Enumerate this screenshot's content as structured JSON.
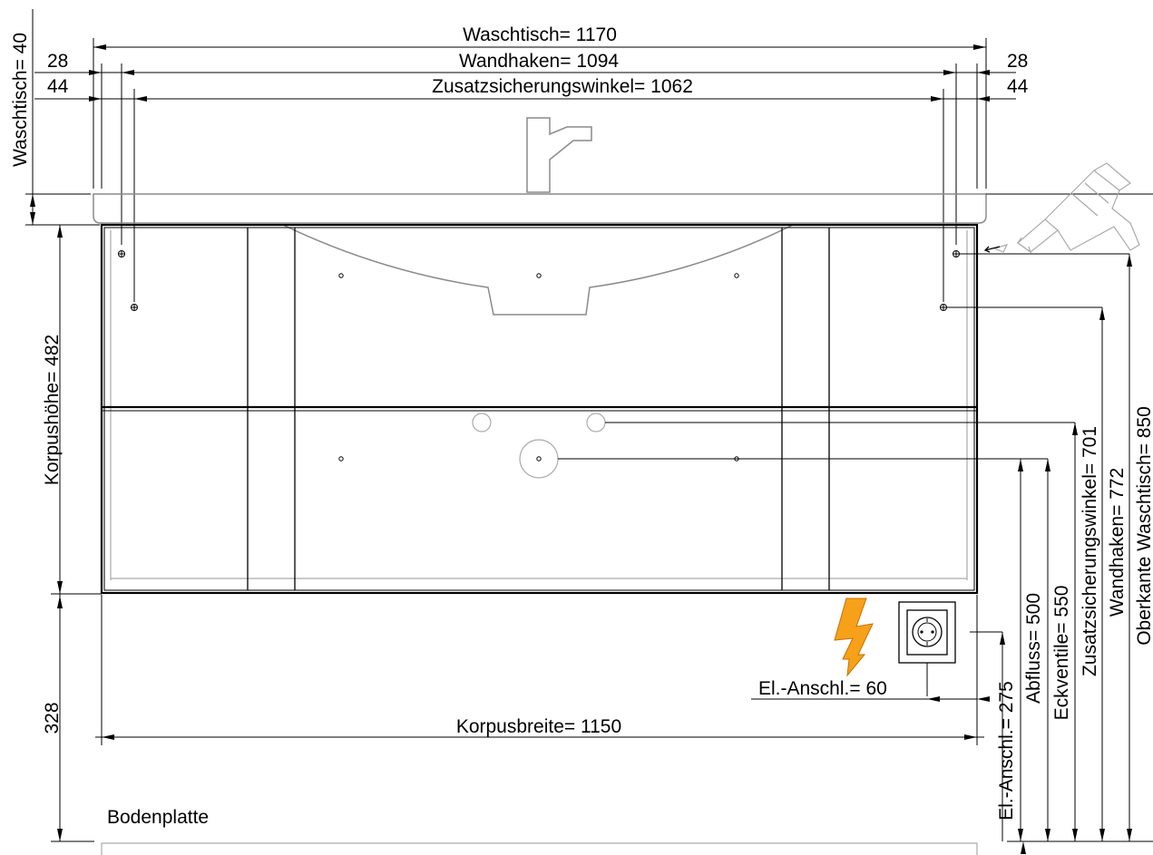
{
  "dimensions": {
    "waschtisch_width": "Waschtisch= 1170",
    "wandhaken_width": "Wandhaken= 1094",
    "zusatz_width": "Zusatzsicherungswinkel= 1062",
    "left_offset_28": "28",
    "left_offset_44": "44",
    "right_offset_28": "28",
    "right_offset_44": "44",
    "waschtisch_thickness": "Waschtisch= 40",
    "korpushoehe": "Korpushöhe= 482",
    "floor_gap": "328",
    "korpusbreite": "Korpusbreite= 1150",
    "el_anschl_horizontal": "El.-Anschl.= 60",
    "el_anschl_height": "El.-Anschl.= 275",
    "abfluss": "Abfluss= 500",
    "eckventile": "Eckventile= 550",
    "zusatz_height": "Zusatzsicherungswinkel= 701",
    "wandhaken_height": "Wandhaken= 772",
    "oberkante": "Oberkante Waschtisch= 850"
  },
  "labels": {
    "bodenplatte": "Bodenplatte"
  },
  "colors": {
    "lightning": "#f7a11a",
    "lightning_outline": "#c86f00",
    "line": "#000000",
    "outline_grey": "#8a8a8a"
  },
  "icons": {
    "glue_gun": "glue-gun-icon",
    "socket": "power-socket-icon",
    "lightning": "lightning-icon"
  }
}
